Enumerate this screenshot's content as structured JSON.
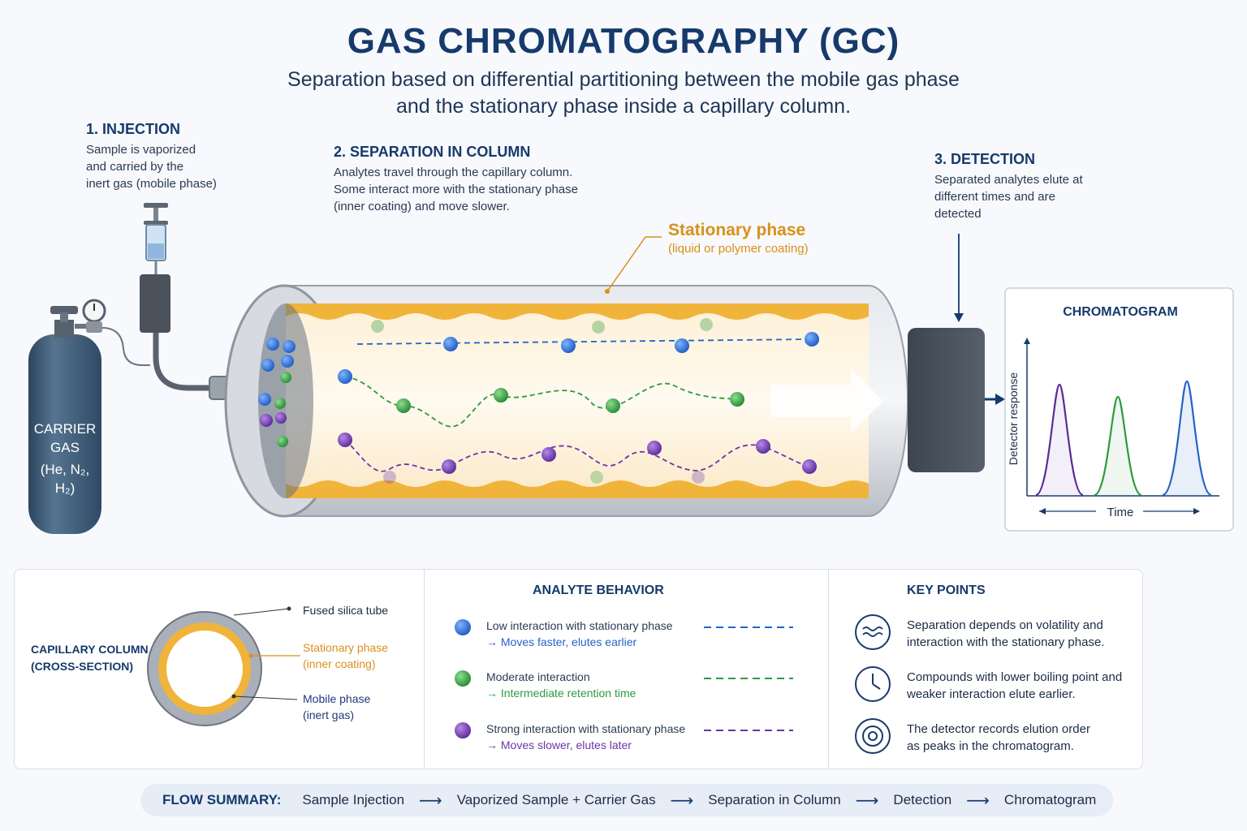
{
  "title": "GAS CHROMATOGRAPHY (GC)",
  "subtitle_line1": "Separation based on differential partitioning between the mobile gas phase",
  "subtitle_line2": "and the stationary phase inside a capillary column.",
  "steps": {
    "injection": {
      "heading": "1. INJECTION",
      "lines": [
        "Sample is vaporized",
        "and carried by the",
        "inert gas (mobile phase)"
      ]
    },
    "separation": {
      "heading": "2. SEPARATION IN COLUMN",
      "lines": [
        "Analytes travel through the capillary column.",
        "Some interact more with the stationary phase",
        "(inner coating) and move slower."
      ]
    },
    "detection": {
      "heading": "3. DETECTION",
      "lines": [
        "Separated analytes elute at",
        "different times and are",
        "detected"
      ]
    }
  },
  "stationary_phase": {
    "label": "Stationary phase",
    "sub": "(liquid or polymer coating)"
  },
  "carrier_gas": {
    "line1": "CARRIER",
    "line2": "GAS",
    "line3": "(He, N₂,",
    "line4": "H₂)"
  },
  "chromatogram": {
    "title": "CHROMATOGRAM",
    "ylabel": "Detector response",
    "xlabel": "Time"
  },
  "cross_section": {
    "title_line1": "CAPILLARY COLUMN",
    "title_line2": "(CROSS-SECTION)",
    "fused": "Fused silica tube",
    "stationary_line1": "Stationary phase",
    "stationary_line2": "(inner coating)",
    "mobile_line1": "Mobile phase",
    "mobile_line2": "(inert gas)"
  },
  "analyte_behavior": {
    "heading": "ANALYTE BEHAVIOR",
    "items": [
      {
        "line1": "Low interaction with stationary phase",
        "line2": "→ Moves faster, elutes earlier",
        "color": "#2563c9"
      },
      {
        "line1": "Moderate interaction",
        "line2": "→ Intermediate retention time",
        "color": "#2d9a3e"
      },
      {
        "line1": "Strong interaction with stationary phase",
        "line2": "→ Moves slower, elutes later",
        "color": "#6b35a8"
      }
    ]
  },
  "key_points": {
    "heading": "KEY POINTS",
    "items": [
      {
        "icon": "waves-icon",
        "line1": "Separation depends on volatility and",
        "line2": "interaction with the stationary phase."
      },
      {
        "icon": "clock-icon",
        "line1": "Compounds with lower boiling point and",
        "line2": "weaker interaction elute earlier."
      },
      {
        "icon": "target-icon",
        "line1": "The detector records elution order",
        "line2": "as peaks in the chromatogram."
      }
    ]
  },
  "flow_summary": {
    "label": "FLOW SUMMARY:",
    "items": [
      "Sample Injection",
      "Vaporized Sample + Carrier Gas",
      "Separation in Column",
      "Detection",
      "Chromatogram"
    ]
  },
  "colors": {
    "navy": "#163a6b",
    "stationary": "#f0b43a",
    "fast": "#2563c9",
    "moderate": "#2d9a3e",
    "slow": "#6b35a8",
    "cylinder": "#3e5a76"
  }
}
